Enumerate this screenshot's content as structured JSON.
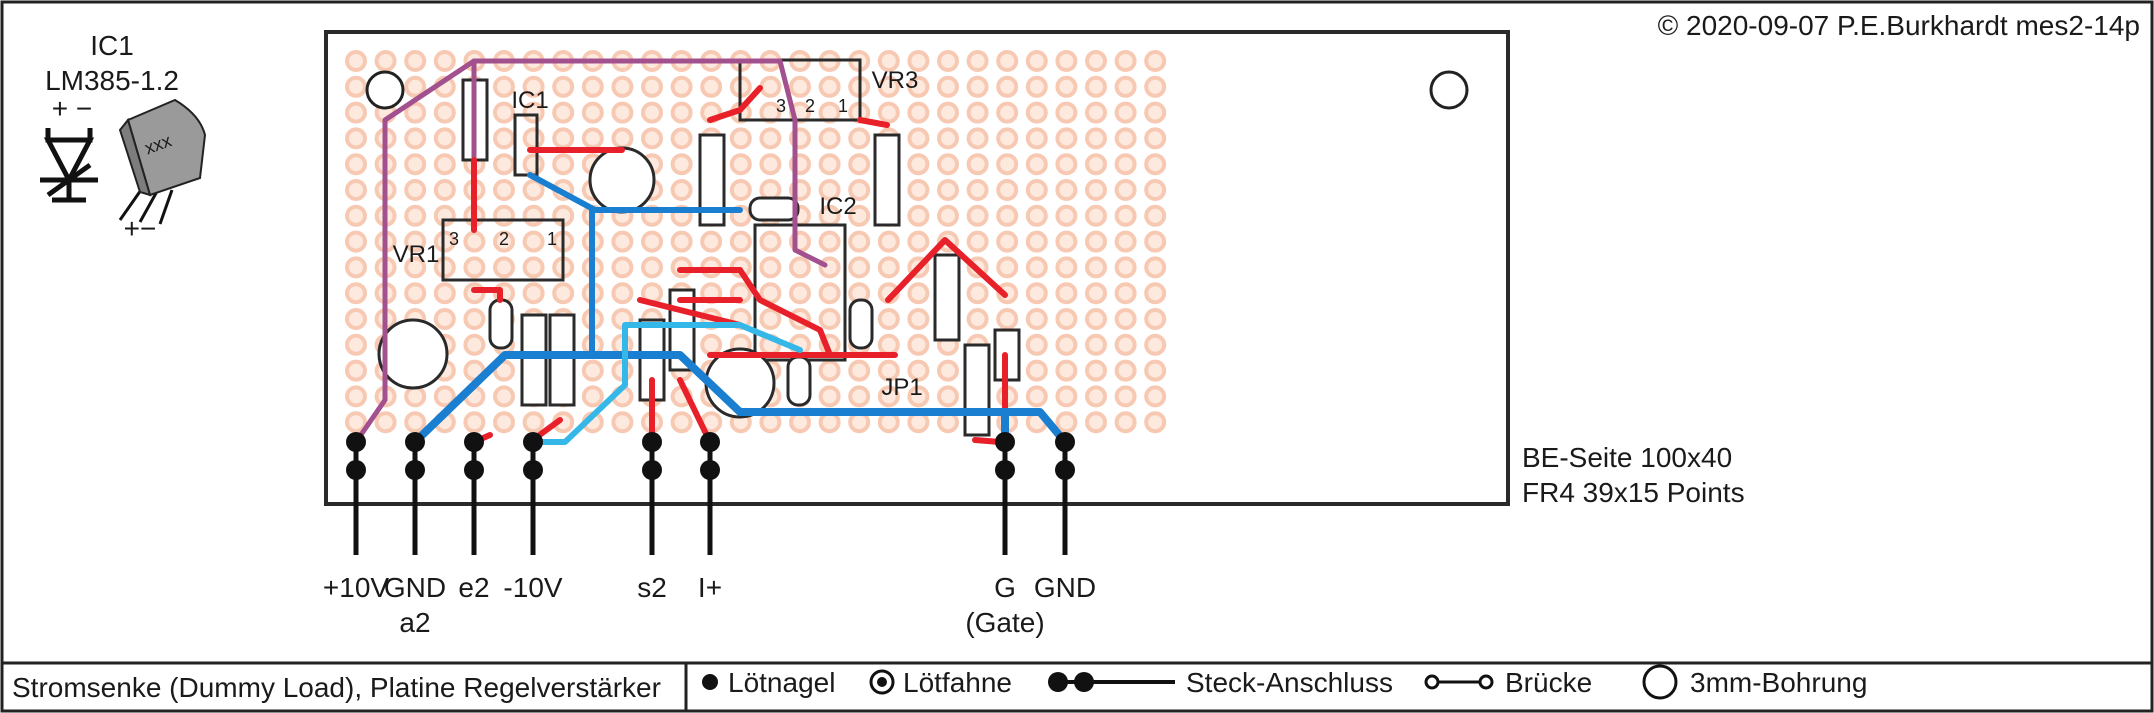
{
  "header": {
    "copyright": "© 2020-09-07 P.E.Burkhardt mes2-14p"
  },
  "ic1_info": {
    "name": "IC1",
    "part": "LM385-1.2",
    "pol_top": "+ −",
    "pol_bottom": "+−",
    "body_text": "xxx"
  },
  "board": {
    "line1": "BE-Seite 100x40",
    "line2": "FR4 39x15 Points"
  },
  "parts": {
    "ic1": "IC1",
    "ic2": "IC2",
    "vr1": "VR1",
    "vr3": "VR3",
    "jp1": "JP1",
    "vr1_pins": [
      "3",
      "2",
      "1"
    ],
    "vr3_pins": [
      "3",
      "2",
      "1"
    ]
  },
  "terminals": [
    {
      "label": "+10V"
    },
    {
      "label": "GND",
      "sub": "a2"
    },
    {
      "label": "e2"
    },
    {
      "label": "-10V"
    },
    {
      "label": "s2"
    },
    {
      "label": "I+"
    },
    {
      "label": "G",
      "sub": "(Gate)"
    },
    {
      "label": "GND"
    }
  ],
  "footer": {
    "title": "Stromsenke (Dummy Load), Platine Regelverstärker",
    "legend": [
      "Lötnagel",
      "Lötfahne",
      "Steck-Anschluss",
      "Brücke",
      "3mm-Bohrung"
    ]
  },
  "colors": {
    "board": "#ffffff",
    "pad_ring": "#f7c9b3",
    "wire_red": "#e8202a",
    "wire_blue": "#1a7fd0",
    "wire_cyan": "#35b8e8",
    "wire_purple": "#a2508e",
    "outline": "#2a2a2a"
  }
}
